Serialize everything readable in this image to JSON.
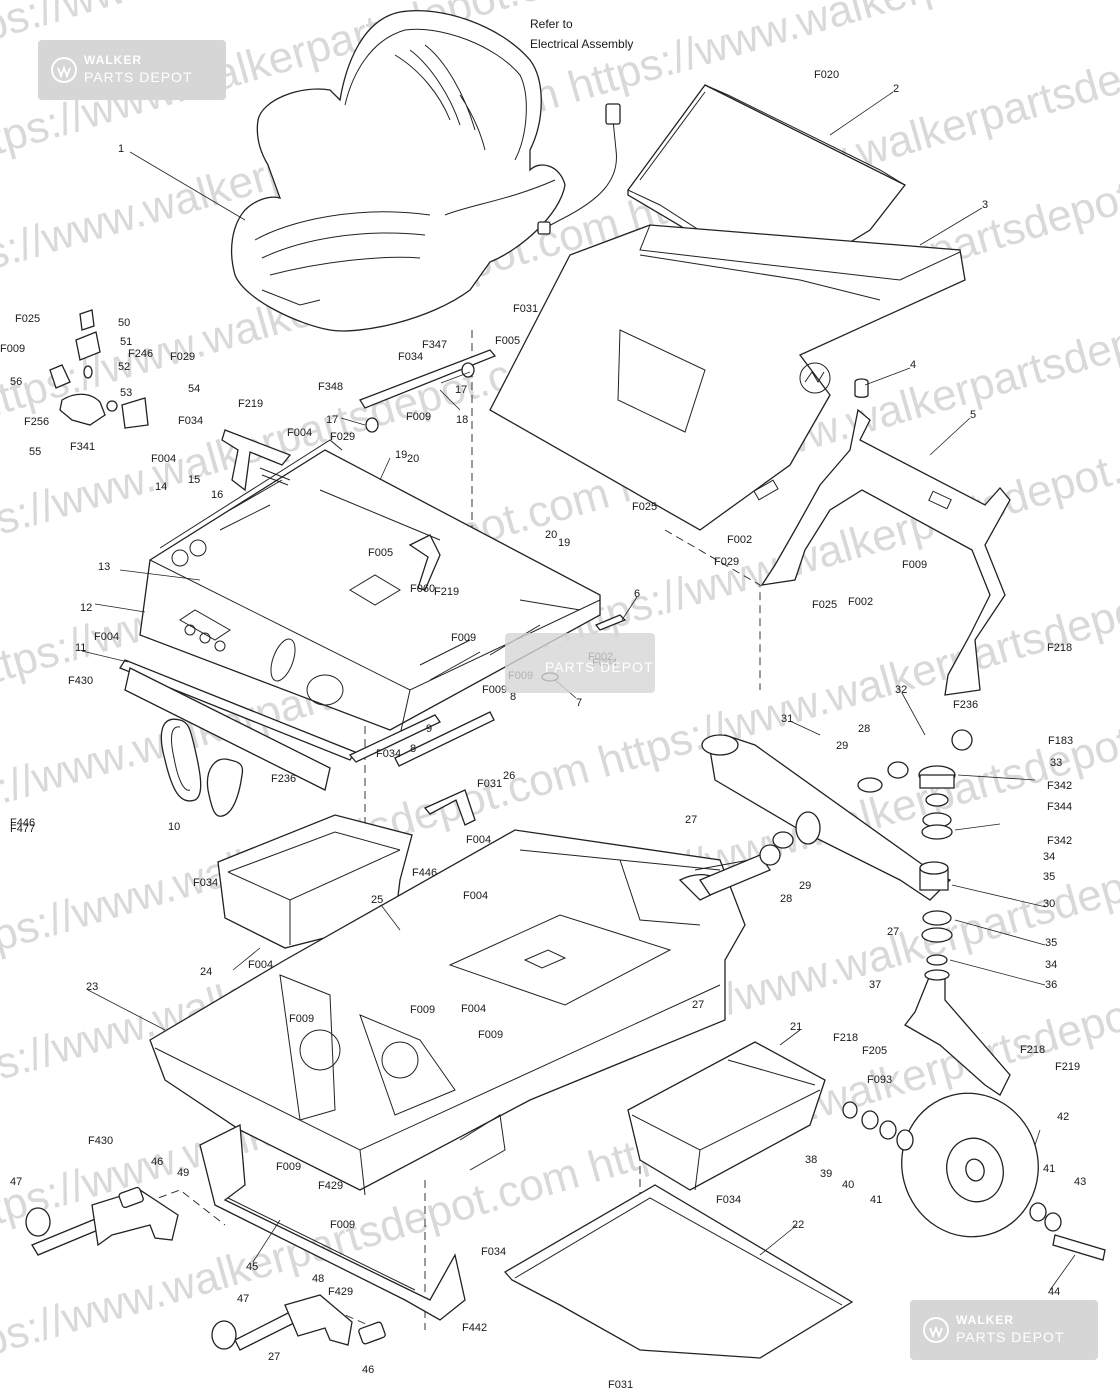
{
  "watermark": {
    "url_text": "https://www.walkerpartsdepot.com",
    "brand_line1": "WALKER",
    "brand_line2": "PARTS DEPOT"
  },
  "note": {
    "line1": "Refer to",
    "line2": "Electrical Assembly"
  },
  "callouts": [
    {
      "t": "1"
    },
    {
      "t": "2"
    },
    {
      "t": "3"
    },
    {
      "t": "4"
    },
    {
      "t": "5"
    },
    {
      "t": "6"
    },
    {
      "t": "7"
    },
    {
      "t": "8"
    },
    {
      "t": "8"
    },
    {
      "t": "9"
    },
    {
      "t": "10"
    },
    {
      "t": "11"
    },
    {
      "t": "12"
    },
    {
      "t": "13"
    },
    {
      "t": "14"
    },
    {
      "t": "15"
    },
    {
      "t": "16"
    },
    {
      "t": "17"
    },
    {
      "t": "17"
    },
    {
      "t": "18"
    },
    {
      "t": "19"
    },
    {
      "t": "20"
    },
    {
      "t": "20"
    },
    {
      "t": "19"
    },
    {
      "t": "21"
    },
    {
      "t": "22"
    },
    {
      "t": "23"
    },
    {
      "t": "24"
    },
    {
      "t": "25"
    },
    {
      "t": "26"
    },
    {
      "t": "27"
    },
    {
      "t": "27"
    },
    {
      "t": "27"
    },
    {
      "t": "27"
    },
    {
      "t": "28"
    },
    {
      "t": "28"
    },
    {
      "t": "29"
    },
    {
      "t": "29"
    },
    {
      "t": "30"
    },
    {
      "t": "31"
    },
    {
      "t": "32"
    },
    {
      "t": "33"
    },
    {
      "t": "34"
    },
    {
      "t": "34"
    },
    {
      "t": "35"
    },
    {
      "t": "35"
    },
    {
      "t": "36"
    },
    {
      "t": "37"
    },
    {
      "t": "38"
    },
    {
      "t": "39"
    },
    {
      "t": "40"
    },
    {
      "t": "41"
    },
    {
      "t": "41"
    },
    {
      "t": "42"
    },
    {
      "t": "43"
    },
    {
      "t": "44"
    },
    {
      "t": "45"
    },
    {
      "t": "46"
    },
    {
      "t": "46"
    },
    {
      "t": "47"
    },
    {
      "t": "47"
    },
    {
      "t": "48"
    },
    {
      "t": "49"
    },
    {
      "t": "50"
    },
    {
      "t": "51"
    },
    {
      "t": "52"
    },
    {
      "t": "53"
    },
    {
      "t": "54"
    },
    {
      "t": "55"
    },
    {
      "t": "56"
    },
    {
      "t": "F002"
    },
    {
      "t": "F002"
    },
    {
      "t": "F002"
    },
    {
      "t": "F004"
    },
    {
      "t": "F004"
    },
    {
      "t": "F004"
    },
    {
      "t": "F004"
    },
    {
      "t": "F004"
    },
    {
      "t": "F004"
    },
    {
      "t": "F004"
    },
    {
      "t": "F004"
    },
    {
      "t": "F005"
    },
    {
      "t": "F005"
    },
    {
      "t": "F009"
    },
    {
      "t": "F009"
    },
    {
      "t": "F009"
    },
    {
      "t": "F009"
    },
    {
      "t": "F009"
    },
    {
      "t": "F009"
    },
    {
      "t": "F009"
    },
    {
      "t": "F009"
    },
    {
      "t": "F009"
    },
    {
      "t": "F009"
    },
    {
      "t": "F009"
    },
    {
      "t": "F020"
    },
    {
      "t": "F025"
    },
    {
      "t": "F025"
    },
    {
      "t": "F025"
    },
    {
      "t": "F029"
    },
    {
      "t": "F029"
    },
    {
      "t": "F029"
    },
    {
      "t": "F031"
    },
    {
      "t": "F031"
    },
    {
      "t": "F031"
    },
    {
      "t": "F034"
    },
    {
      "t": "F034"
    },
    {
      "t": "F034"
    },
    {
      "t": "F034"
    },
    {
      "t": "F034"
    },
    {
      "t": "F034"
    },
    {
      "t": "F060"
    },
    {
      "t": "F093"
    },
    {
      "t": "F183"
    },
    {
      "t": "F205"
    },
    {
      "t": "F218"
    },
    {
      "t": "F218"
    },
    {
      "t": "F218"
    },
    {
      "t": "F219"
    },
    {
      "t": "F219"
    },
    {
      "t": "F219"
    },
    {
      "t": "F236"
    },
    {
      "t": "F236"
    },
    {
      "t": "F246"
    },
    {
      "t": "F256"
    },
    {
      "t": "F341"
    },
    {
      "t": "F342"
    },
    {
      "t": "F342"
    },
    {
      "t": "F344"
    },
    {
      "t": "F347"
    },
    {
      "t": "F348"
    },
    {
      "t": "F429"
    },
    {
      "t": "F429"
    },
    {
      "t": "F430"
    },
    {
      "t": "F430"
    },
    {
      "t": "F442"
    },
    {
      "t": "F446"
    },
    {
      "t": "F446"
    },
    {
      "t": "F477"
    }
  ]
}
